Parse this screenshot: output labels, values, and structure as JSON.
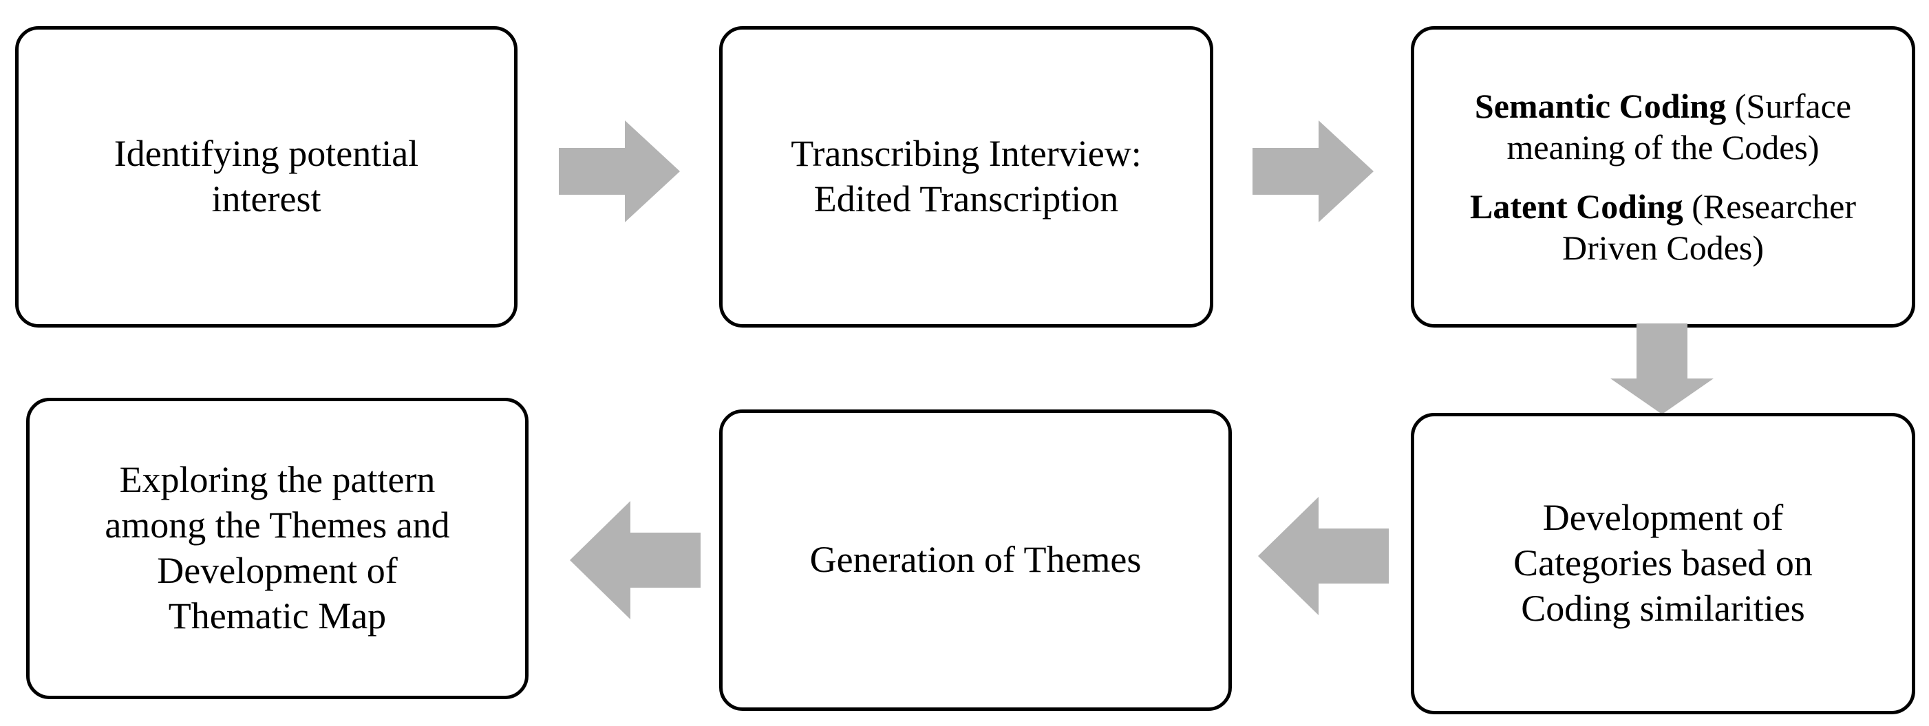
{
  "diagram": {
    "title": "Thematic Analysis Process Flowchart",
    "colors": {
      "node_border": "#000000",
      "node_fill": "#ffffff",
      "arrow_fill": "#b3b3b3",
      "text": "#000000",
      "background": "#ffffff"
    },
    "nodes": [
      {
        "id": "identifying-potential-interest",
        "order": 1,
        "lines": [
          "Identifying potential",
          "interest"
        ],
        "text": "Identifying potential interest"
      },
      {
        "id": "transcribing-interview",
        "order": 2,
        "lines": [
          "Transcribing Interview:",
          "Edited Transcription"
        ],
        "text": "Transcribing Interview: Edited Transcription"
      },
      {
        "id": "coding",
        "order": 3,
        "paragraphs": [
          {
            "bold": "Semantic Coding",
            "rest": " (Surface meaning of the Codes)"
          },
          {
            "bold": "Latent Coding",
            "rest": " (Researcher Driven Codes)"
          }
        ],
        "text": "Semantic Coding (Surface meaning of the Codes) Latent Coding (Researcher Driven Codes)"
      },
      {
        "id": "development-of-categories",
        "order": 4,
        "lines": [
          "Development of",
          "Categories  based on",
          "Coding  similarities"
        ],
        "text": "Development of Categories based on Coding similarities"
      },
      {
        "id": "generation-of-themes",
        "order": 5,
        "lines": [
          "Generation of Themes"
        ],
        "text": "Generation of Themes"
      },
      {
        "id": "exploring-pattern",
        "order": 6,
        "lines": [
          "Exploring the pattern",
          "among the Themes and",
          "Development of",
          "Thematic Map"
        ],
        "text": "Exploring the pattern among the Themes and Development of Thematic Map"
      }
    ],
    "arrows": [
      {
        "id": "step1-to-step2",
        "direction": "right",
        "from": "identifying-potential-interest",
        "to": "transcribing-interview"
      },
      {
        "id": "step2-to-step3",
        "direction": "right",
        "from": "transcribing-interview",
        "to": "coding"
      },
      {
        "id": "step3-to-step4",
        "direction": "down",
        "from": "coding",
        "to": "development-of-categories"
      },
      {
        "id": "step4-to-step5",
        "direction": "left",
        "from": "development-of-categories",
        "to": "generation-of-themes"
      },
      {
        "id": "step5-to-step6",
        "direction": "left",
        "from": "generation-of-themes",
        "to": "exploring-pattern"
      }
    ]
  }
}
